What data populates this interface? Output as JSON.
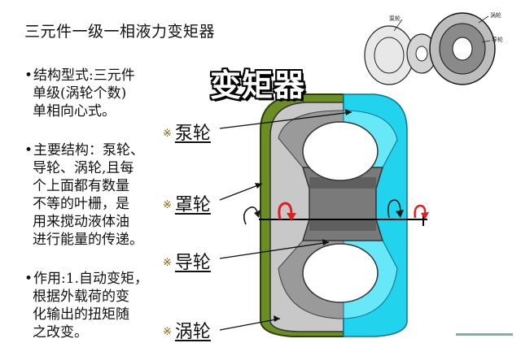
{
  "slide": {
    "title": "三元件一级一相液力变矩器"
  },
  "bullets": [
    {
      "first": "结构型式:三元件",
      "rest": "单级(涡轮个数)\n单相向心式。"
    },
    {
      "first": "主要结构：泵轮、",
      "rest": "导轮、涡轮,且每\n个上面都有数量\n不等的叶栅，是\n用来搅动液体油\n进行能量的传递。"
    },
    {
      "first": "作用:1.自动变矩，",
      "rest": "根据外载荷的变\n化输出的扭矩随\n之改变。"
    }
  ],
  "diagram": {
    "heading": "变矩器",
    "labels": {
      "pump": "泵轮",
      "cover": "罩轮",
      "stator": "导轮",
      "turbine": "涡轮"
    },
    "label_marker": "※",
    "colors": {
      "pump": "#22d3ee",
      "housing": "#6b8e23",
      "turbine_light": "#c8c8c8",
      "core": "#8c8c8c",
      "stator": "#6e6e6e",
      "arrow_red": "#e11d1d"
    }
  },
  "thumbnail": {
    "labels": {
      "pump": "泵轮",
      "turbine": "涡轮",
      "stator": "导轮"
    }
  }
}
